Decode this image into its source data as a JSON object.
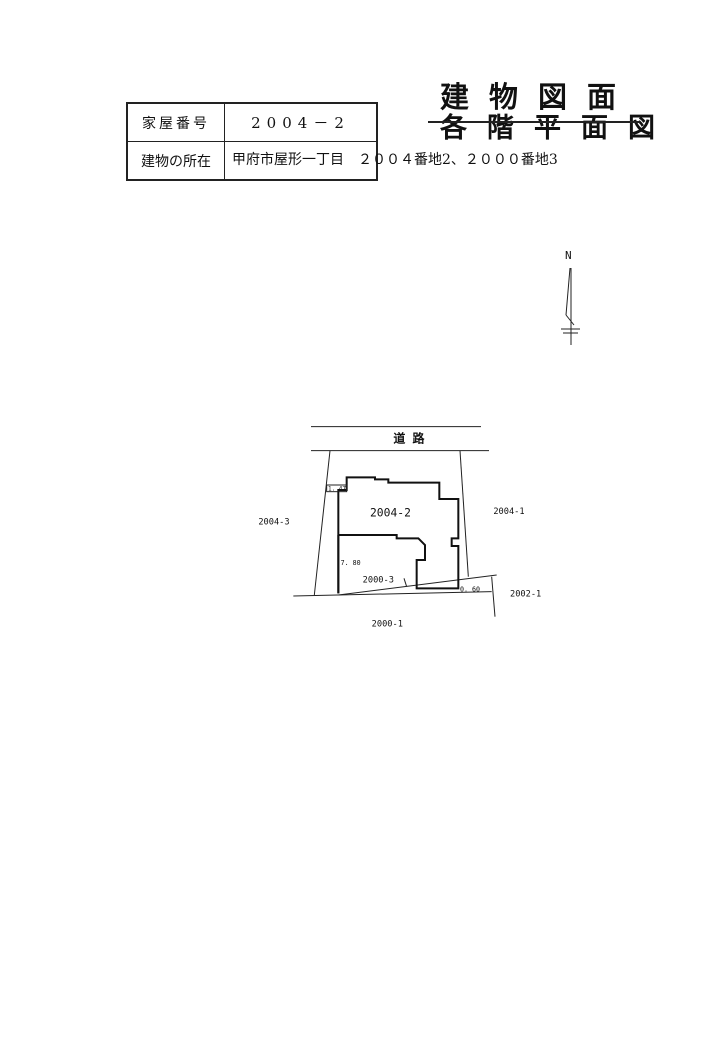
{
  "header": {
    "title": "建物図面",
    "title_struck": "各階平面図"
  },
  "info_table": {
    "house_number_label": "家屋番号",
    "house_number_value": "2004－2",
    "location_label": "建物の所在",
    "location_value": "甲府市屋形一丁目　２００４番地2、２０００番地3"
  },
  "compass": {
    "label": "N"
  },
  "site_plan": {
    "road_label": "道 路",
    "lots": {
      "main": "2004-2",
      "east": "2004-1",
      "west": "2004-3",
      "south": "2000-1",
      "southeast": "2002-1",
      "inner": "2000-3"
    },
    "dimensions": {
      "top_left": "1. 47",
      "left": "7. 80",
      "bottom_right": "0. 60"
    }
  }
}
